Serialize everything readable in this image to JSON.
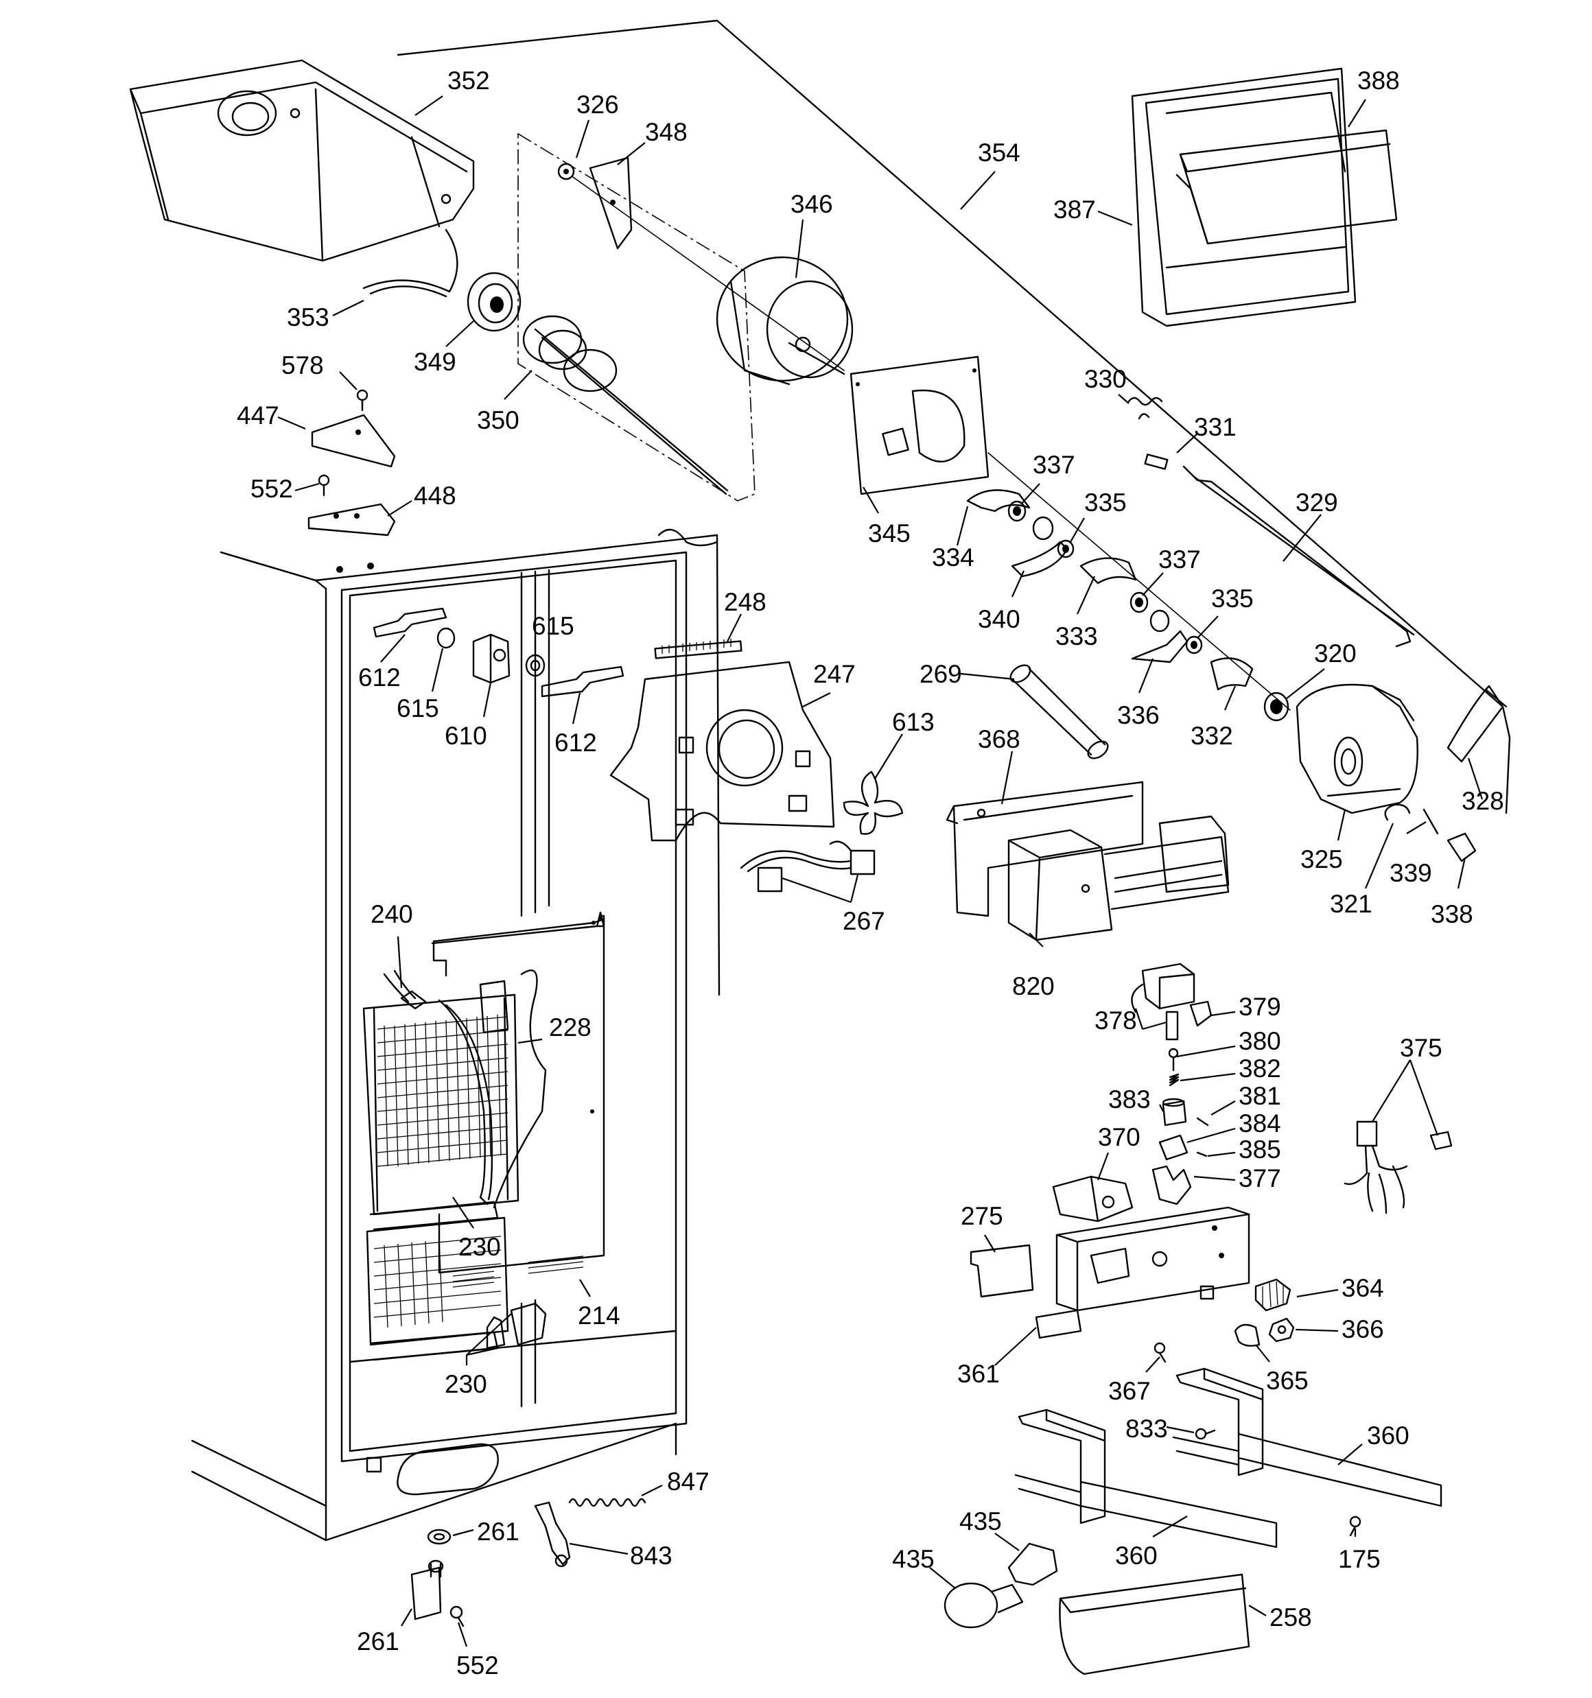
{
  "callouts": [
    {
      "id": "352",
      "text": "352"
    },
    {
      "id": "326",
      "text": "326"
    },
    {
      "id": "348",
      "text": "348"
    },
    {
      "id": "346",
      "text": "346"
    },
    {
      "id": "354",
      "text": "354"
    },
    {
      "id": "388",
      "text": "388"
    },
    {
      "id": "387",
      "text": "387"
    },
    {
      "id": "353",
      "text": "353"
    },
    {
      "id": "349",
      "text": "349"
    },
    {
      "id": "350",
      "text": "350"
    },
    {
      "id": "578",
      "text": "578"
    },
    {
      "id": "447",
      "text": "447"
    },
    {
      "id": "552a",
      "text": "552"
    },
    {
      "id": "448",
      "text": "448"
    },
    {
      "id": "345",
      "text": "345"
    },
    {
      "id": "330",
      "text": "330"
    },
    {
      "id": "331",
      "text": "331"
    },
    {
      "id": "337a",
      "text": "337"
    },
    {
      "id": "334",
      "text": "334"
    },
    {
      "id": "335a",
      "text": "335"
    },
    {
      "id": "329",
      "text": "329"
    },
    {
      "id": "340",
      "text": "340"
    },
    {
      "id": "333",
      "text": "333"
    },
    {
      "id": "337b",
      "text": "337"
    },
    {
      "id": "335b",
      "text": "335"
    },
    {
      "id": "336",
      "text": "336"
    },
    {
      "id": "332",
      "text": "332"
    },
    {
      "id": "320",
      "text": "320"
    },
    {
      "id": "328",
      "text": "328"
    },
    {
      "id": "325",
      "text": "325"
    },
    {
      "id": "321",
      "text": "321"
    },
    {
      "id": "339",
      "text": "339"
    },
    {
      "id": "338",
      "text": "338"
    },
    {
      "id": "248",
      "text": "248"
    },
    {
      "id": "247",
      "text": "247"
    },
    {
      "id": "269",
      "text": "269"
    },
    {
      "id": "613",
      "text": "613"
    },
    {
      "id": "368",
      "text": "368"
    },
    {
      "id": "267",
      "text": "267"
    },
    {
      "id": "820",
      "text": "820"
    },
    {
      "id": "612a",
      "text": "612"
    },
    {
      "id": "615a",
      "text": "615"
    },
    {
      "id": "615b",
      "text": "615"
    },
    {
      "id": "610",
      "text": "610"
    },
    {
      "id": "612b",
      "text": "612"
    },
    {
      "id": "240",
      "text": "240"
    },
    {
      "id": "228",
      "text": "228"
    },
    {
      "id": "230a",
      "text": "230"
    },
    {
      "id": "214",
      "text": "214"
    },
    {
      "id": "230b",
      "text": "230"
    },
    {
      "id": "378",
      "text": "378"
    },
    {
      "id": "379",
      "text": "379"
    },
    {
      "id": "380",
      "text": "380"
    },
    {
      "id": "382",
      "text": "382"
    },
    {
      "id": "383",
      "text": "383"
    },
    {
      "id": "381",
      "text": "381"
    },
    {
      "id": "384",
      "text": "384"
    },
    {
      "id": "385",
      "text": "385"
    },
    {
      "id": "370",
      "text": "370"
    },
    {
      "id": "377",
      "text": "377"
    },
    {
      "id": "375",
      "text": "375"
    },
    {
      "id": "275",
      "text": "275"
    },
    {
      "id": "364",
      "text": "364"
    },
    {
      "id": "366",
      "text": "366"
    },
    {
      "id": "361",
      "text": "361"
    },
    {
      "id": "367",
      "text": "367"
    },
    {
      "id": "365",
      "text": "365"
    },
    {
      "id": "833",
      "text": "833"
    },
    {
      "id": "360a",
      "text": "360"
    },
    {
      "id": "360b",
      "text": "360"
    },
    {
      "id": "175",
      "text": "175"
    },
    {
      "id": "435a",
      "text": "435"
    },
    {
      "id": "435b",
      "text": "435"
    },
    {
      "id": "258",
      "text": "258"
    },
    {
      "id": "847",
      "text": "847"
    },
    {
      "id": "843",
      "text": "843"
    },
    {
      "id": "261a",
      "text": "261"
    },
    {
      "id": "261b",
      "text": "261"
    },
    {
      "id": "552b",
      "text": "552"
    }
  ]
}
